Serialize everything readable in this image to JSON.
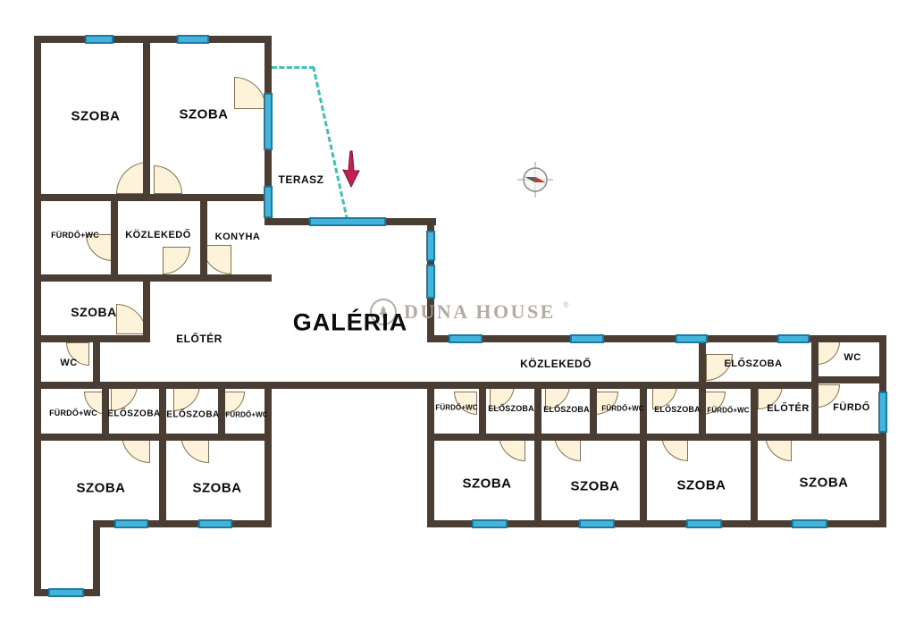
{
  "brand": {
    "name": "DUNA HOUSE",
    "registered": "®"
  },
  "colors": {
    "wall": "#4a3d33",
    "window_fill": "#45b4da",
    "window_border": "#1d7ba3",
    "terrace_line": "#3ec1b7",
    "entrance_arrow": "#c2204f",
    "watermark": "#b3aca2"
  },
  "rooms": {
    "szoba_top_left": "SZOBA",
    "szoba_top_right": "SZOBA",
    "furdo_wc_upper": "FÜRDŐ+WC",
    "kozlekedo_upper": "KÖZLEKEDŐ",
    "konyha": "KONYHA",
    "terasz": "TERASZ",
    "szoba_mid_left": "SZOBA",
    "eloter_left": "ELŐTÉR",
    "wc_left": "WC",
    "galeria": "GALÉRIA",
    "furdo_wc_left_a": "FÜRDŐ+WC",
    "eloszoba_left_a": "ELŐSZOBA",
    "eloszoba_left_b": "ELŐSZOBA",
    "furdo_wc_left_b": "FÜRDŐ+WC",
    "szoba_bottom_left_a": "SZOBA",
    "szoba_bottom_left_b": "SZOBA",
    "kozlekedo_wing": "KÖZLEKEDŐ",
    "furdo_wc_wing_a": "FÜRDŐ+WC",
    "eloszoba_wing_a": "ELŐSZOBA",
    "eloszoba_wing_b": "ELŐSZOBA",
    "furdo_wc_wing_b": "FÜRDŐ+WC",
    "eloszoba_wing_c": "ELŐSZOBA",
    "furdo_wc_wing_c": "FÜRDŐ+WC",
    "eloszoba_wing_top": "ELŐSZOBA",
    "wc_wing": "WC",
    "eloter_wing": "ELŐTÉR",
    "furdo_wing": "FÜRDŐ",
    "szoba_wing_a": "SZOBA",
    "szoba_wing_b": "SZOBA",
    "szoba_wing_c": "SZOBA",
    "szoba_wing_d": "SZOBA"
  }
}
